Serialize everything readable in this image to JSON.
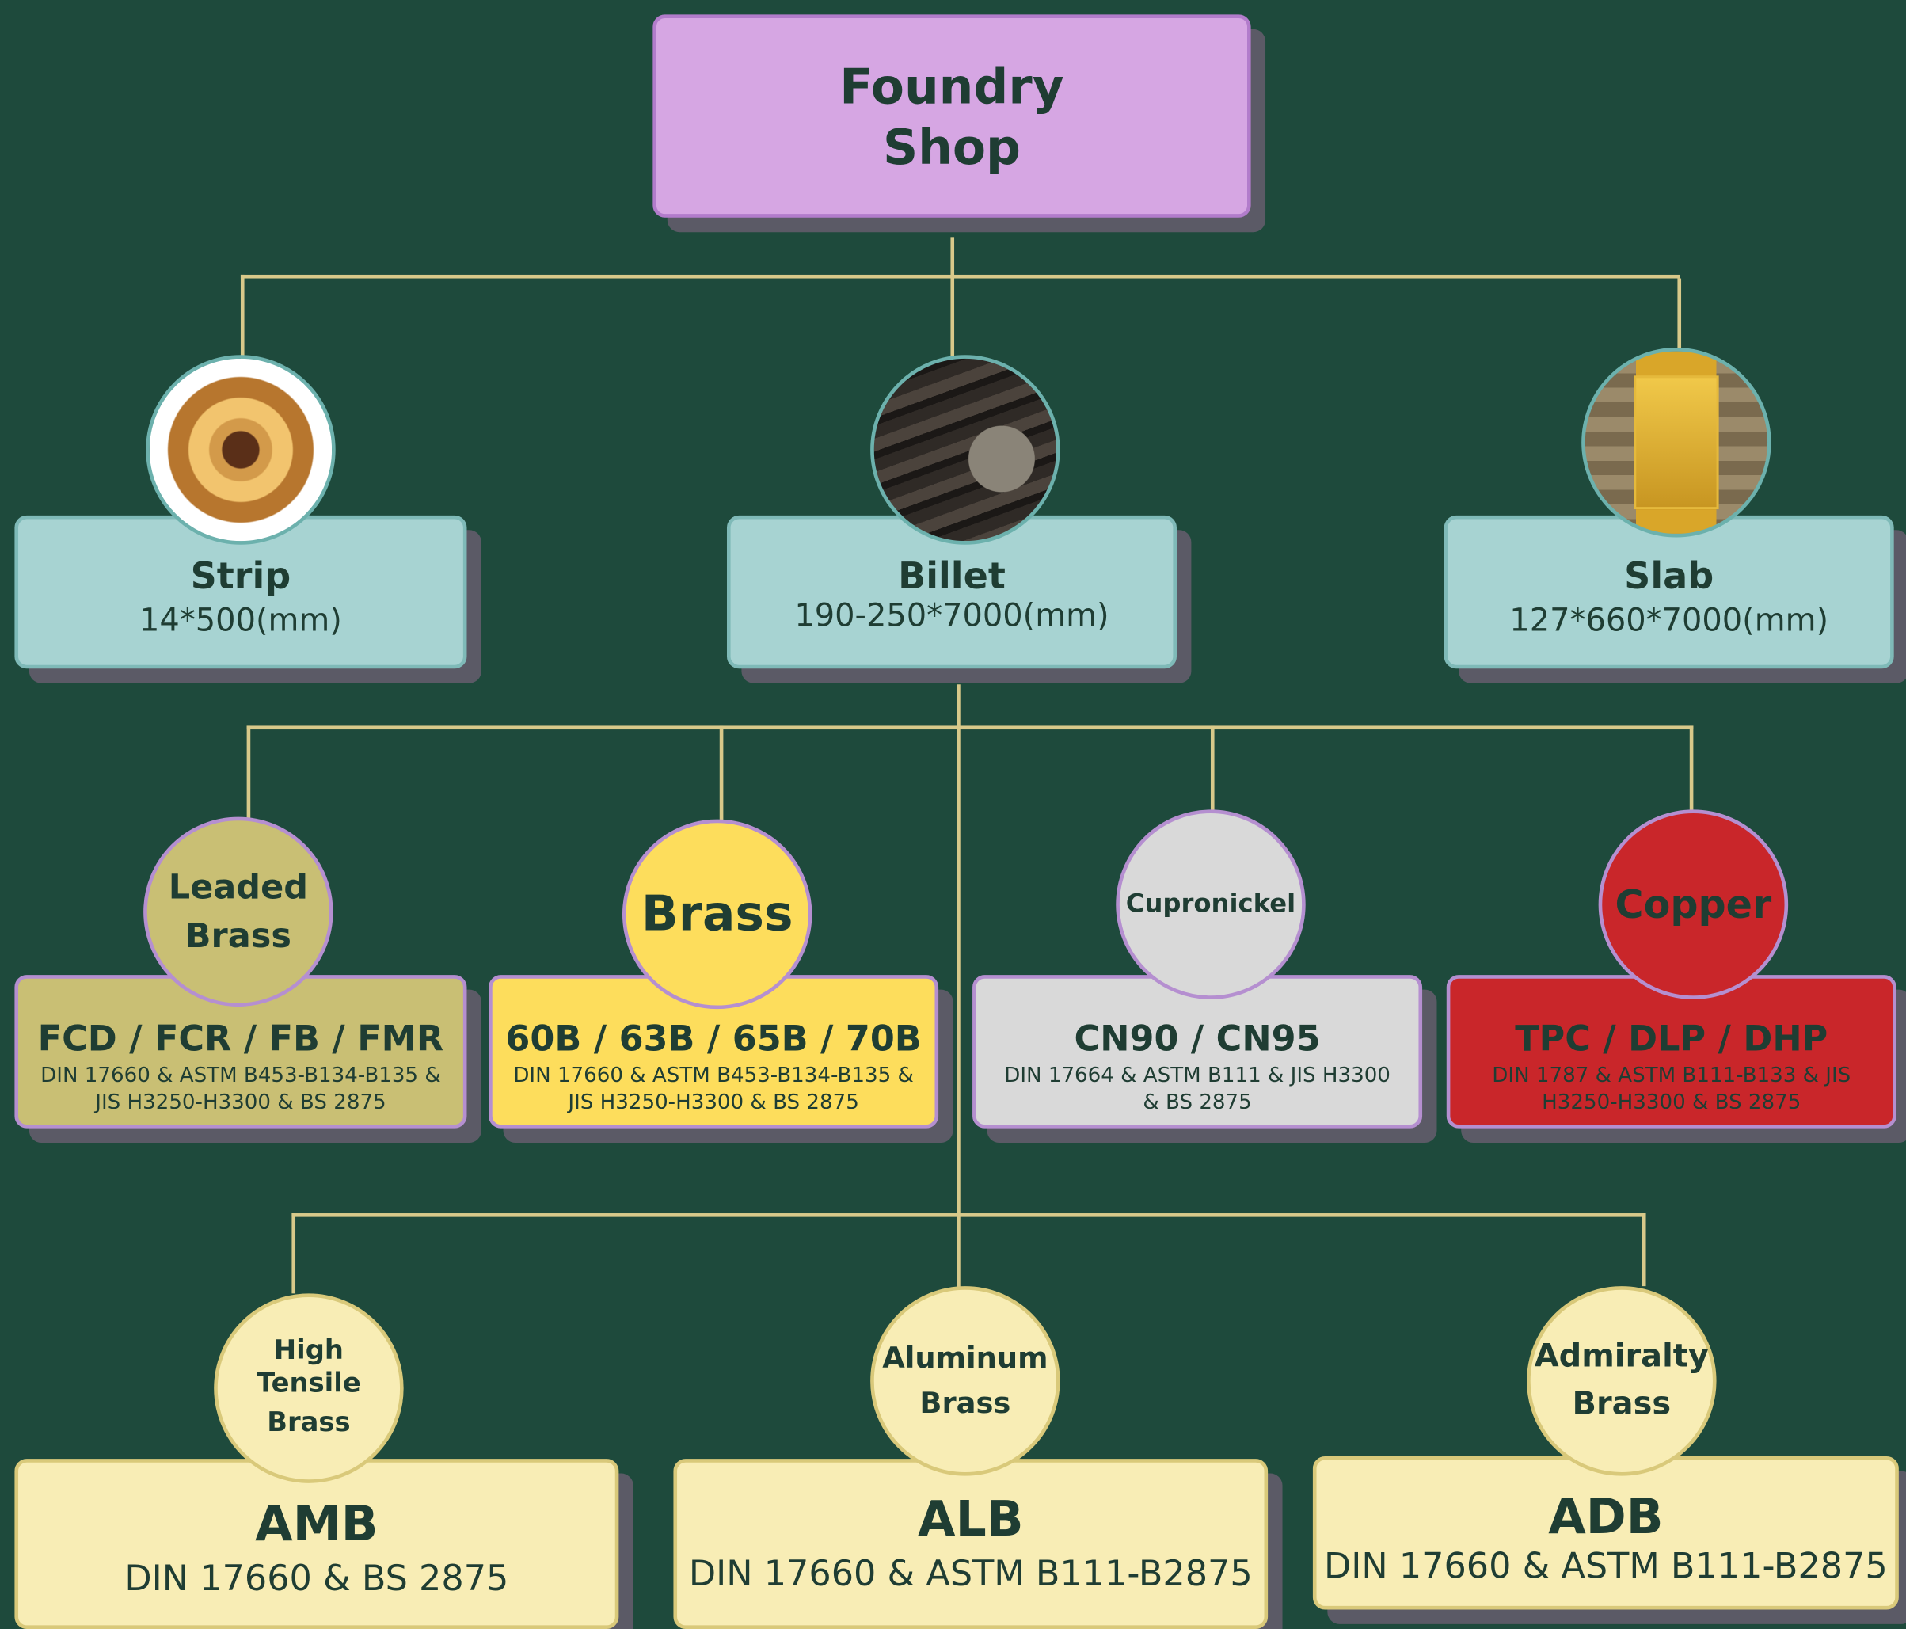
{
  "root": {
    "line1": "Foundry",
    "line2": "Shop"
  },
  "products": [
    {
      "name": "Strip",
      "dims": "14*500(mm)",
      "image": "brass-coil-photo"
    },
    {
      "name": "Billet",
      "dims": "190-250*7000(mm)",
      "image": "billet-rods-photo"
    },
    {
      "name": "Slab",
      "dims": "127*660*7000(mm)",
      "image": "brass-slab-photo"
    }
  ],
  "alloys": [
    {
      "label1": "Leaded",
      "label2": "Brass",
      "grades": "FCD / FCR / FB / FMR",
      "std1": "DIN 17660 & ASTM B453-B134-B135 &",
      "std2": "JIS H3250-H3300 & BS 2875",
      "color": "#c9bf74",
      "border": "#b58fd0"
    },
    {
      "label1": "Brass",
      "label2": "",
      "grades": "60B / 63B / 65B / 70B",
      "std1": "DIN 17660 & ASTM B453-B134-B135 &",
      "std2": "JIS H3250-H3300 & BS 2875",
      "color": "#fddd5c",
      "border": "#b58fd0"
    },
    {
      "label1": "Cupronickel",
      "label2": "",
      "grades": "CN90 / CN95",
      "std1": "DIN 17664 & ASTM B111 & JIS H3300",
      "std2": "& BS 2875",
      "color": "#d9d9d9",
      "border": "#b58fd0"
    },
    {
      "label1": "Copper",
      "label2": "",
      "grades": "TPC / DLP / DHP",
      "std1": "DIN 1787 & ASTM B111-B133 & JIS",
      "std2": "H3250-H3300 & BS 2875",
      "color": "#c9262a",
      "border": "#b58fd0"
    }
  ],
  "brasses": [
    {
      "label1": "High Tensile",
      "label2": "Brass",
      "code": "AMB",
      "std": "DIN 17660 & BS 2875"
    },
    {
      "label1": "Aluminum",
      "label2": "Brass",
      "code": "ALB",
      "std": "DIN 17660 & ASTM B111-B2875"
    },
    {
      "label1": "Admiralty",
      "label2": "Brass",
      "code": "ADB",
      "std": "DIN 17660 & ASTM B111-B2875"
    }
  ],
  "colors": {
    "background": "#1e4a3c",
    "connector": "#d8c98a",
    "text": "#1f3d33",
    "cream": "#f8edb5"
  }
}
